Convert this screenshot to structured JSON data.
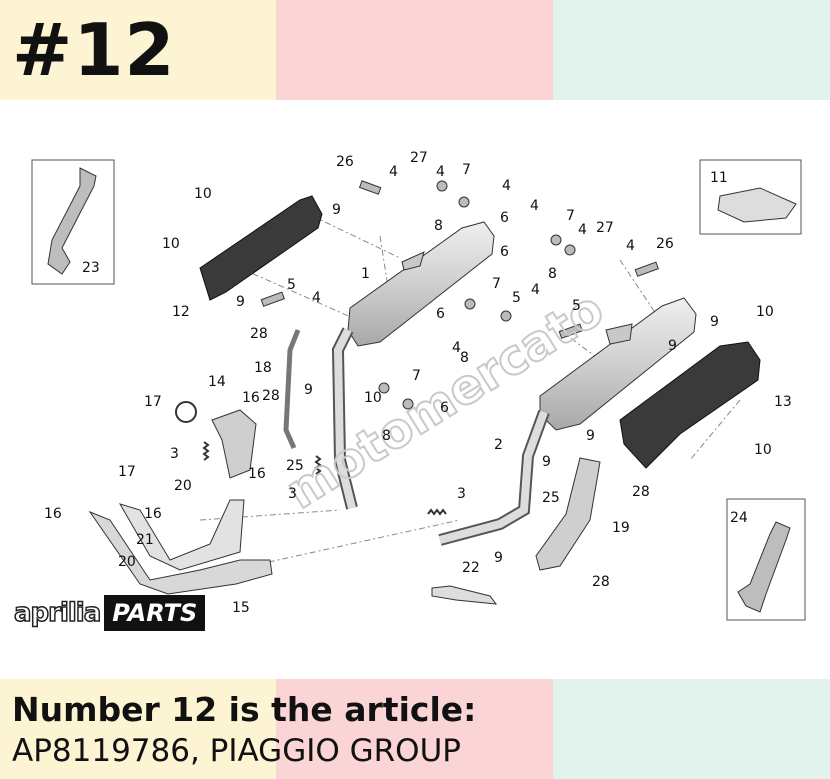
{
  "heading": "#12",
  "caption": {
    "line1": "Number 12 is the article:",
    "line2": "AP8119786, PIAGGIO GROUP"
  },
  "logo": {
    "word": "aprilia",
    "box": "PARTS"
  },
  "watermark": "motomercato",
  "callouts": [
    "1",
    "2",
    "3",
    "3",
    "3",
    "4",
    "4",
    "4",
    "4",
    "4",
    "4",
    "4",
    "4",
    "4",
    "5",
    "5",
    "5",
    "6",
    "6",
    "6",
    "6",
    "7",
    "7",
    "7",
    "7",
    "8",
    "8",
    "8",
    "8",
    "9",
    "9",
    "9",
    "9",
    "9",
    "9",
    "9",
    "9",
    "10",
    "10",
    "10",
    "10",
    "10",
    "11",
    "12",
    "13",
    "14",
    "15",
    "16",
    "16",
    "16",
    "16",
    "17",
    "17",
    "18",
    "19",
    "20",
    "20",
    "21",
    "22",
    "23",
    "24",
    "25",
    "25",
    "26",
    "26",
    "27",
    "27",
    "28",
    "28",
    "28",
    "28"
  ],
  "colors": {
    "band_yellow": "#fdf4d3",
    "band_pink": "#fbd5d5",
    "band_mint": "#e1f3ec",
    "heat_shield": "#3a3a3a",
    "muffler": "#d6d6d6"
  }
}
